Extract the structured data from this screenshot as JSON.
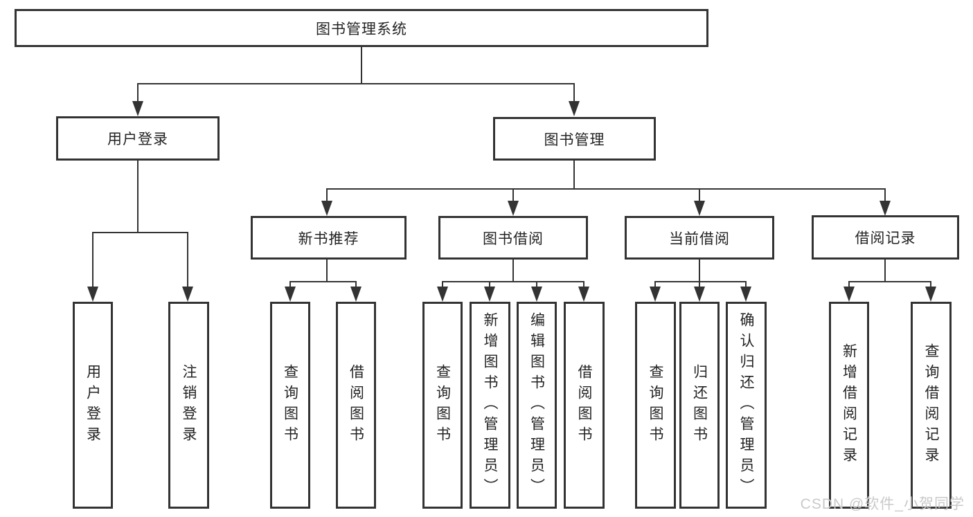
{
  "tree": {
    "label": "图书管理系统",
    "children": [
      {
        "label": "用户登录",
        "children": [
          {
            "label": "用户登录"
          },
          {
            "label": "注销登录"
          }
        ]
      },
      {
        "label": "图书管理",
        "children": [
          {
            "label": "新书推荐",
            "children": [
              {
                "label": "查询图书"
              },
              {
                "label": "借阅图书"
              }
            ]
          },
          {
            "label": "图书借阅",
            "children": [
              {
                "label": "查询图书"
              },
              {
                "label": "新增图书（管理员）"
              },
              {
                "label": "编辑图书（管理员）"
              },
              {
                "label": "借阅图书"
              }
            ]
          },
          {
            "label": "当前借阅",
            "children": [
              {
                "label": "查询图书"
              },
              {
                "label": "归还图书"
              },
              {
                "label": "确认归还（管理员）"
              }
            ]
          },
          {
            "label": "借阅记录",
            "children": [
              {
                "label": "新增借阅记录"
              },
              {
                "label": "查询借阅记录"
              }
            ]
          }
        ]
      }
    ]
  },
  "watermark": {
    "text": "CSDN @软件_小贺同学"
  },
  "colors": {
    "line": "#333333",
    "text": "#232323",
    "background": "#ffffff",
    "watermark": "#c9c9c9"
  }
}
